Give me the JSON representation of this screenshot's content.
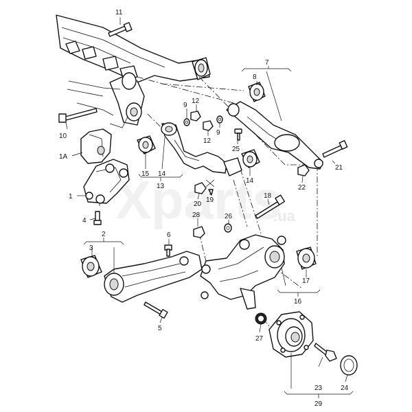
{
  "watermark": {
    "brand": "Xparts",
    "suffix": ".ua"
  },
  "callouts": [
    {
      "id": "c11",
      "text": "11"
    },
    {
      "id": "c10",
      "text": "10"
    },
    {
      "id": "c1a",
      "text": "1A"
    },
    {
      "id": "c1",
      "text": "1"
    },
    {
      "id": "c4",
      "text": "4"
    },
    {
      "id": "c7",
      "text": "7"
    },
    {
      "id": "c8",
      "text": "8"
    },
    {
      "id": "c9a",
      "text": "9"
    },
    {
      "id": "c12a",
      "text": "12"
    },
    {
      "id": "c9b",
      "text": "9"
    },
    {
      "id": "c12b",
      "text": "12"
    },
    {
      "id": "c25",
      "text": "25"
    },
    {
      "id": "c21",
      "text": "21"
    },
    {
      "id": "c22",
      "text": "22"
    },
    {
      "id": "c15",
      "text": "15"
    },
    {
      "id": "c14a",
      "text": "14"
    },
    {
      "id": "c13",
      "text": "13"
    },
    {
      "id": "c14b",
      "text": "14"
    },
    {
      "id": "c18",
      "text": "18"
    },
    {
      "id": "c20",
      "text": "20"
    },
    {
      "id": "c19",
      "text": "19"
    },
    {
      "id": "c28",
      "text": "28"
    },
    {
      "id": "c26",
      "text": "26"
    },
    {
      "id": "c2",
      "text": "2"
    },
    {
      "id": "c3",
      "text": "3"
    },
    {
      "id": "c6",
      "text": "6"
    },
    {
      "id": "c17",
      "text": "17"
    },
    {
      "id": "c16",
      "text": "16"
    },
    {
      "id": "c5",
      "text": "5"
    },
    {
      "id": "c27",
      "text": "27"
    },
    {
      "id": "c23",
      "text": "23"
    },
    {
      "id": "c24",
      "text": "24"
    },
    {
      "id": "c29",
      "text": "29"
    }
  ]
}
